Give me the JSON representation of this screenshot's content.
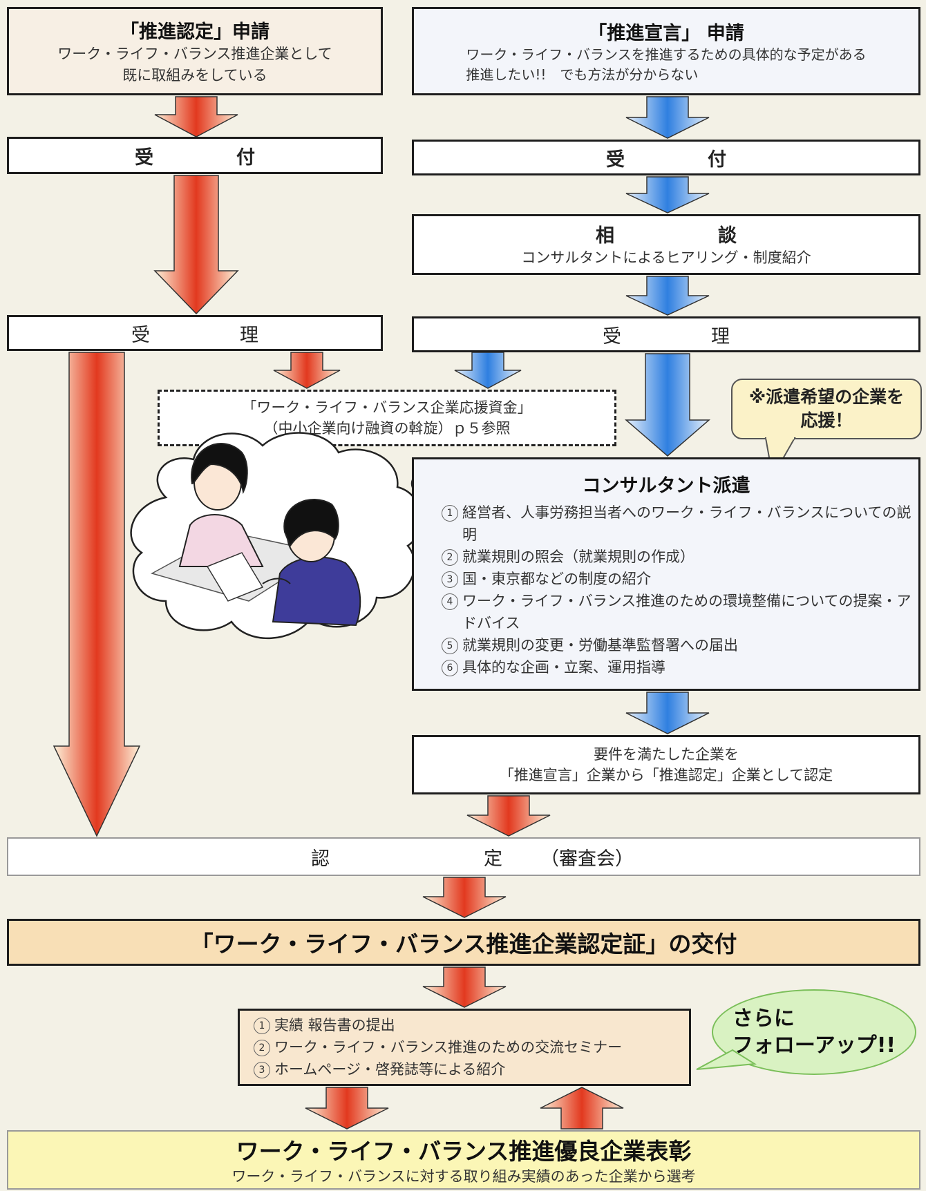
{
  "colors": {
    "left_box": "#f7efe4",
    "right_box": "#f3f5fa",
    "red_arrow": "#e2391f",
    "blue_arrow": "#2f7fe0",
    "cert_bar": "#f8dfb6",
    "award_bar": "#fbf6b6",
    "bubble_yellow": "#fbf2c8",
    "bubble_green": "#d9f2c2"
  },
  "left": {
    "apply_title": "「推進認定」申請",
    "apply_sub": "ワーク・ライフ・バランス推進企業として\n既に取組みをしている",
    "reception_a": "受",
    "reception_b": "付",
    "accept_a": "受",
    "accept_b": "理"
  },
  "right": {
    "apply_title": "「推進宣言」 申請",
    "apply_sub": "ワーク・ライフ・バランスを推進するための具体的な予定がある\n推進したい!!　でも方法が分からない",
    "reception_a": "受",
    "reception_b": "付",
    "consult_a": "相",
    "consult_b": "談",
    "consult_sub": "コンサルタントによるヒアリング・制度紹介",
    "accept_a": "受",
    "accept_b": "理"
  },
  "fund": {
    "line1": "「ワーク・ライフ・バランス企業応援資金」",
    "line2": "（中小企業向け融資の斡旋）ｐ５参照"
  },
  "callout": {
    "text": "※派遣希望の企業を\n応援！"
  },
  "consultant": {
    "title": "コンサルタント派遣",
    "items": [
      {
        "num": "1",
        "text": "経営者、人事労務担当者へのワーク・ライフ・バランスについての説明"
      },
      {
        "num": "2",
        "text": "就業規則の照会（就業規則の作成）"
      },
      {
        "num": "3",
        "text": "国・東京都などの制度の紹介"
      },
      {
        "num": "4",
        "text": "ワーク・ライフ・バランス推進のための環境整備についての提案・アドバイス"
      },
      {
        "num": "5",
        "text": "就業規則の変更・労働基準監督署への届出"
      },
      {
        "num": "6",
        "text": "具体的な企画・立案、運用指導"
      }
    ]
  },
  "requirement": {
    "line1": "要件を満たした企業を",
    "line2": "「推進宣言」企業から「推進認定」企業として認定"
  },
  "certify": {
    "a": "認",
    "b": "定",
    "c": "（審査会）"
  },
  "cert_issue": "「ワーク・ライフ・バランス推進企業認定証」の交付",
  "followup_items": [
    {
      "num": "1",
      "text": "実績 報告書の提出"
    },
    {
      "num": "2",
      "text": "ワーク・ライフ・バランス推進のための交流セミナー"
    },
    {
      "num": "3",
      "text": "ホームページ・啓発誌等による紹介"
    }
  ],
  "followup_bubble": "さらに\nフォローアップ!!",
  "award": {
    "title": "ワーク・ライフ・バランス推進優良企業表彰",
    "sub": "ワーク・ライフ・バランスに対する取り組み実績のあった企業から選考"
  }
}
